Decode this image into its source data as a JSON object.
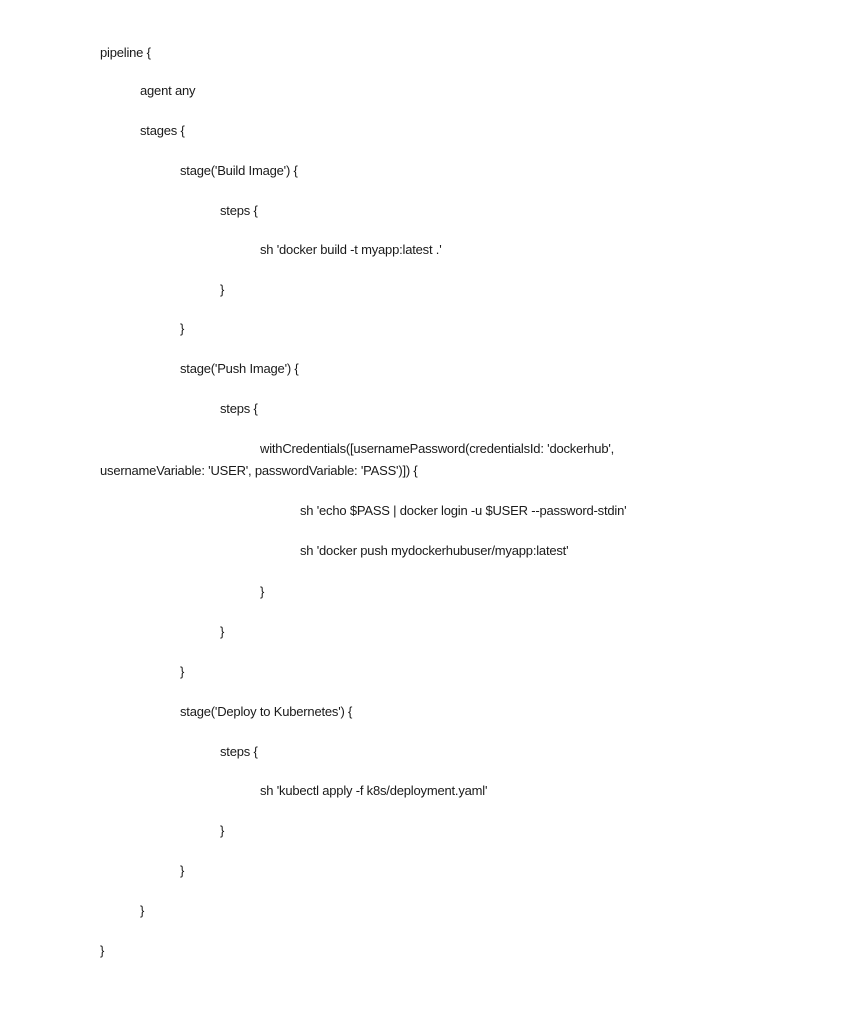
{
  "document": {
    "lines": [
      {
        "indent": 0,
        "text": "pipeline {"
      },
      {
        "indent": 1,
        "text": "agent any"
      },
      {
        "indent": 1,
        "text": "stages {"
      },
      {
        "indent": 2,
        "text": "stage('Build Image') {"
      },
      {
        "indent": 3,
        "text": "steps {"
      },
      {
        "indent": 4,
        "text": "sh 'docker build -t myapp:latest .'"
      },
      {
        "indent": 3,
        "text": "}"
      },
      {
        "indent": 2,
        "text": "}"
      },
      {
        "indent": 2,
        "text": "stage('Push Image') {"
      },
      {
        "indent": 3,
        "text": "steps {"
      },
      {
        "indent": 4,
        "text": "withCredentials([usernamePassword(credentialsId: 'dockerhub',"
      },
      {
        "indent": 0,
        "text": "usernameVariable: 'USER', passwordVariable: 'PASS')]) {",
        "wrap": true
      },
      {
        "indent": 5,
        "text": "sh 'echo $PASS | docker login -u $USER --password-stdin'"
      },
      {
        "indent": 5,
        "text": "sh 'docker push mydockerhubuser/myapp:latest'"
      },
      {
        "indent": 4,
        "text": "}"
      },
      {
        "indent": 3,
        "text": "}"
      },
      {
        "indent": 2,
        "text": "}"
      },
      {
        "indent": 2,
        "text": "stage('Deploy to Kubernetes') {"
      },
      {
        "indent": 3,
        "text": "steps {"
      },
      {
        "indent": 4,
        "text": "sh 'kubectl apply -f k8s/deployment.yaml'"
      },
      {
        "indent": 3,
        "text": "}"
      },
      {
        "indent": 2,
        "text": "}"
      },
      {
        "indent": 1,
        "text": "}"
      },
      {
        "indent": 0,
        "text": "}"
      }
    ]
  }
}
